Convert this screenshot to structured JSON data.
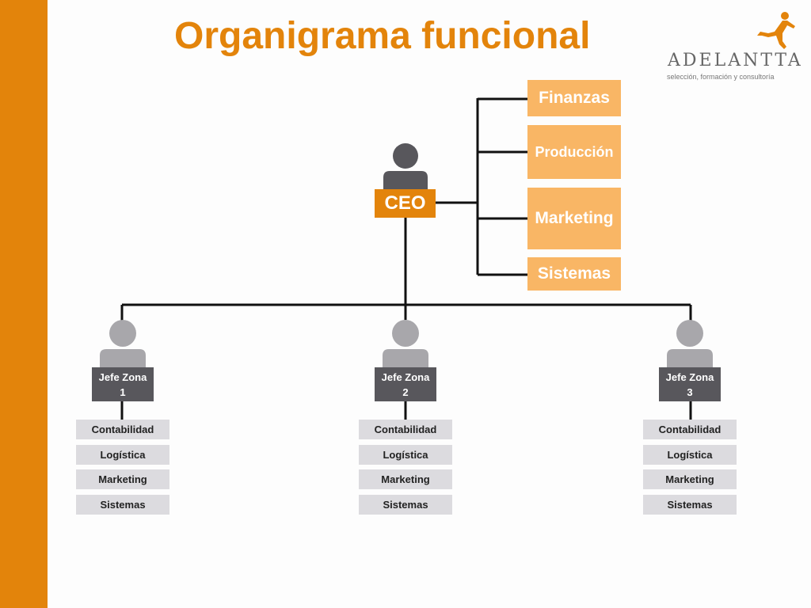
{
  "title": "Organigrama funcional",
  "logo": {
    "name": "ADELANTTA",
    "tagline": "selección, formación y consultoría"
  },
  "colors": {
    "accent": "#e3840b",
    "function_box": "#f9b665",
    "zone_box": "#58575c",
    "dept_box": "#dcdbdf"
  },
  "ceo": {
    "label": "CEO",
    "icon": "person-icon"
  },
  "functions": [
    {
      "label": "Finanzas"
    },
    {
      "label": "Producción"
    },
    {
      "label": "Marketing"
    },
    {
      "label": "Sistemas"
    }
  ],
  "zones": [
    {
      "label": "Jefe Zona",
      "number": "1",
      "icon": "person-icon",
      "departments": [
        "Contabilidad",
        "Logística",
        "Marketing",
        "Sistemas"
      ]
    },
    {
      "label": "Jefe Zona",
      "number": "2",
      "icon": "person-icon",
      "departments": [
        "Contabilidad",
        "Logística",
        "Marketing",
        "Sistemas"
      ]
    },
    {
      "label": "Jefe Zona",
      "number": "3",
      "icon": "person-icon",
      "departments": [
        "Contabilidad",
        "Logística",
        "Marketing",
        "Sistemas"
      ]
    }
  ]
}
